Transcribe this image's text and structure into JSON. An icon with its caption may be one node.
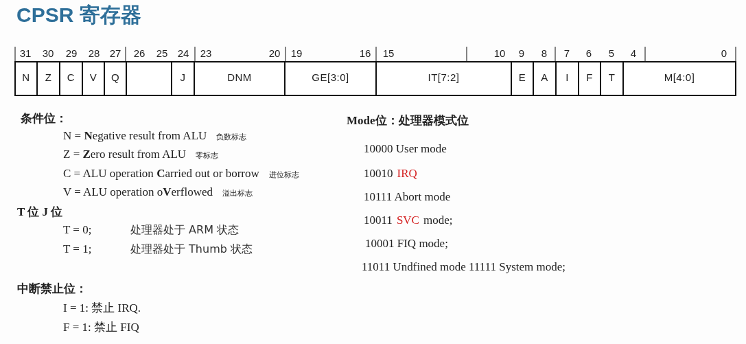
{
  "diagram": {
    "title": "CPSR 寄存器",
    "labels": [
      "31",
      "30",
      "29",
      "28",
      "27",
      "26",
      "25",
      "24",
      "23",
      "20",
      "19",
      "16",
      "15",
      "10",
      "9",
      "8",
      "7",
      "6",
      "5",
      "4",
      "0",
      "N",
      "Z",
      "C",
      "V",
      "Q",
      "J",
      "DNM",
      "GE[3:0]",
      "IT[7:2]",
      "E",
      "A",
      "I",
      "F",
      "T",
      "M[4:0]",
      "条件位：",
      "N = **N**egative result from ALU",
      "负数标志",
      "Z = **Z**ero result from ALU",
      "零标志",
      "C = ALU operation **C**arried out or borrow",
      "进位标志",
      "V = ALU operation o**V**erflowed",
      "溢出标志",
      "T 位 J 位",
      "T = 0;",
      "处理器处于 ARM 状态",
      "T = 1;",
      "处理器处于 Thumb 状态",
      "中断禁止位：",
      "I = 1: 禁止 IRQ.",
      "F = 1: 禁止 FIQ",
      "Mode位：处理器模式位",
      "10000 User mode",
      "10010",
      "IRQ",
      "10111 Abort mode",
      "10011",
      "SVC",
      "mode;",
      "10001 FIQ mode;",
      "11011 Undfined mode 11111 System mode;"
    ]
  }
}
